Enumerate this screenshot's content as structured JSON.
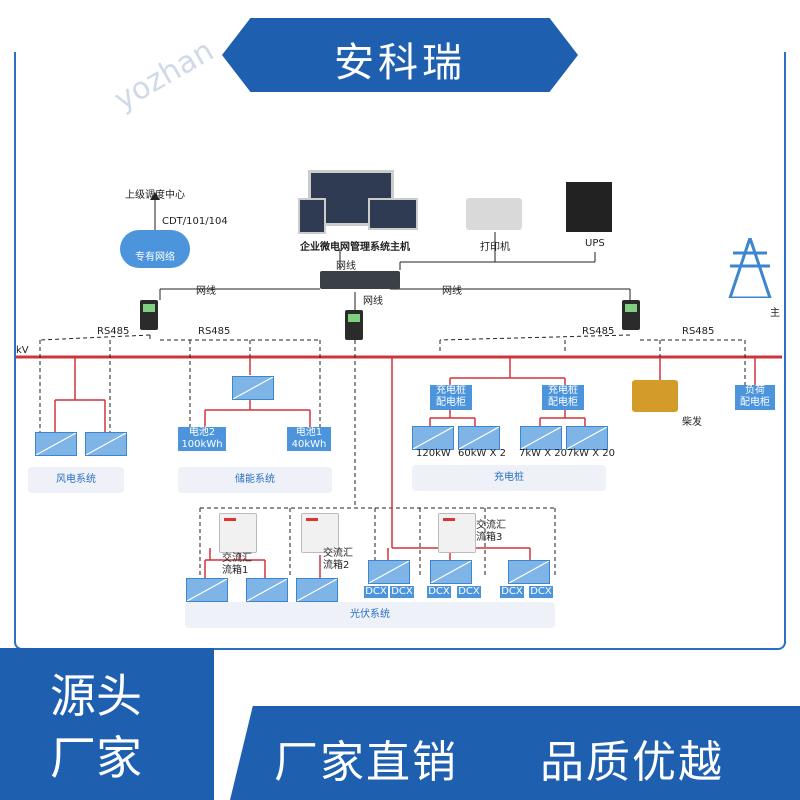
{
  "header": {
    "brand": "安科瑞"
  },
  "top": {
    "dispatch": "上级调度中心",
    "protocol": "CDT/101/104",
    "private_net": "专有网络",
    "host": "企业微电网管理系统主机",
    "printer": "打印机",
    "ups": "UPS",
    "net1": "网线",
    "net2": "网线",
    "net3": "网线",
    "net4": "网线",
    "rs485_1": "RS485",
    "rs485_2": "RS485",
    "rs485_3": "RS485",
    "rs485_4": "RS485",
    "bus_left": "kV",
    "bus_right": "主",
    "watermark": "yozhan"
  },
  "wind": {
    "system": "风电系统"
  },
  "storage": {
    "system": "储能系统",
    "battery2_name": "电池2",
    "battery2_cap": "100kWh",
    "battery1_name": "电池1",
    "battery1_cap": "40kWh"
  },
  "charging": {
    "system": "充电桩",
    "cabinet1": "充电桩\n配电柜",
    "cabinet2": "充电桩\n配电柜",
    "p1": "120kW",
    "p2": "60kW X 2",
    "p3": "7kW X 20",
    "p4": "7kW X 20"
  },
  "diesel": {
    "label": "柴发"
  },
  "load": {
    "cabinet": "负荷\n配电柜"
  },
  "pv": {
    "system": "光伏系统",
    "box1": "交流汇\n流箱1",
    "box2": "交流汇\n流箱2",
    "box3": "交流汇\n流箱3",
    "dcx": "DCX"
  },
  "footer": {
    "left_line1": "源头",
    "left_line2": "厂家",
    "slogan1": "厂家直销",
    "slogan2": "品质优越"
  },
  "colors": {
    "brand": "#1f5fb0",
    "bus": "#d0343a",
    "accent": "#2a6fc4",
    "device": "#7fb4e6"
  }
}
